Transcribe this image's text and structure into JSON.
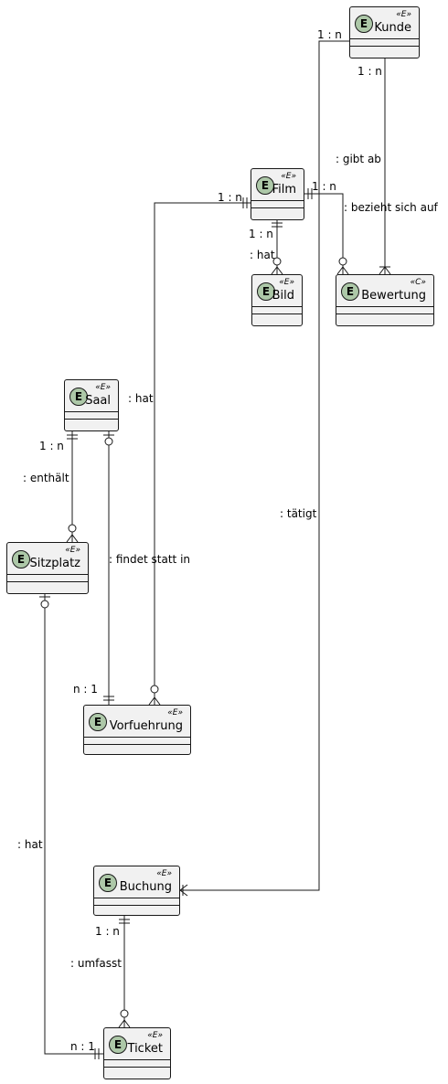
{
  "stereotype_entity": "«E»",
  "stereotype_class": "«C»",
  "entity_badge": "E",
  "class_badge": "E",
  "entities": {
    "kunde": "Kunde",
    "film": "Film",
    "bild": "Bild",
    "bewertung": "Bewertung",
    "saal": "Saal",
    "sitzplatz": "Sitzplatz",
    "vorfuehrung": "Vorfuehrung",
    "buchung": "Buchung",
    "ticket": "Ticket"
  },
  "relations": {
    "kunde_buchung_card": "1 : n",
    "kunde_buchung_label": ": tätigt",
    "kunde_bewertung_card": "1 : n",
    "kunde_bewertung_label": ": gibt ab",
    "film_vorfuehrung_card": "1 : n",
    "film_vorfuehrung_label": ": hat",
    "film_bewertung_card": "1 : n",
    "film_bewertung_label": ": bezieht sich auf",
    "film_bild_card": "1 : n",
    "film_bild_label": ": hat",
    "saal_sitzplatz_card": "1 : n",
    "saal_sitzplatz_label": ": enthält",
    "saal_vorfuehrung_card": "n : 1",
    "saal_vorfuehrung_label": ": findet statt in",
    "sitzplatz_ticket_card": "n : 1",
    "sitzplatz_ticket_label": ": hat",
    "buchung_ticket_card": "1 : n",
    "buchung_ticket_label": ": umfasst"
  },
  "colors": {
    "entity_fill": "#f1f1f1",
    "badge_fill": "#adc8a8",
    "line": "#181818"
  }
}
